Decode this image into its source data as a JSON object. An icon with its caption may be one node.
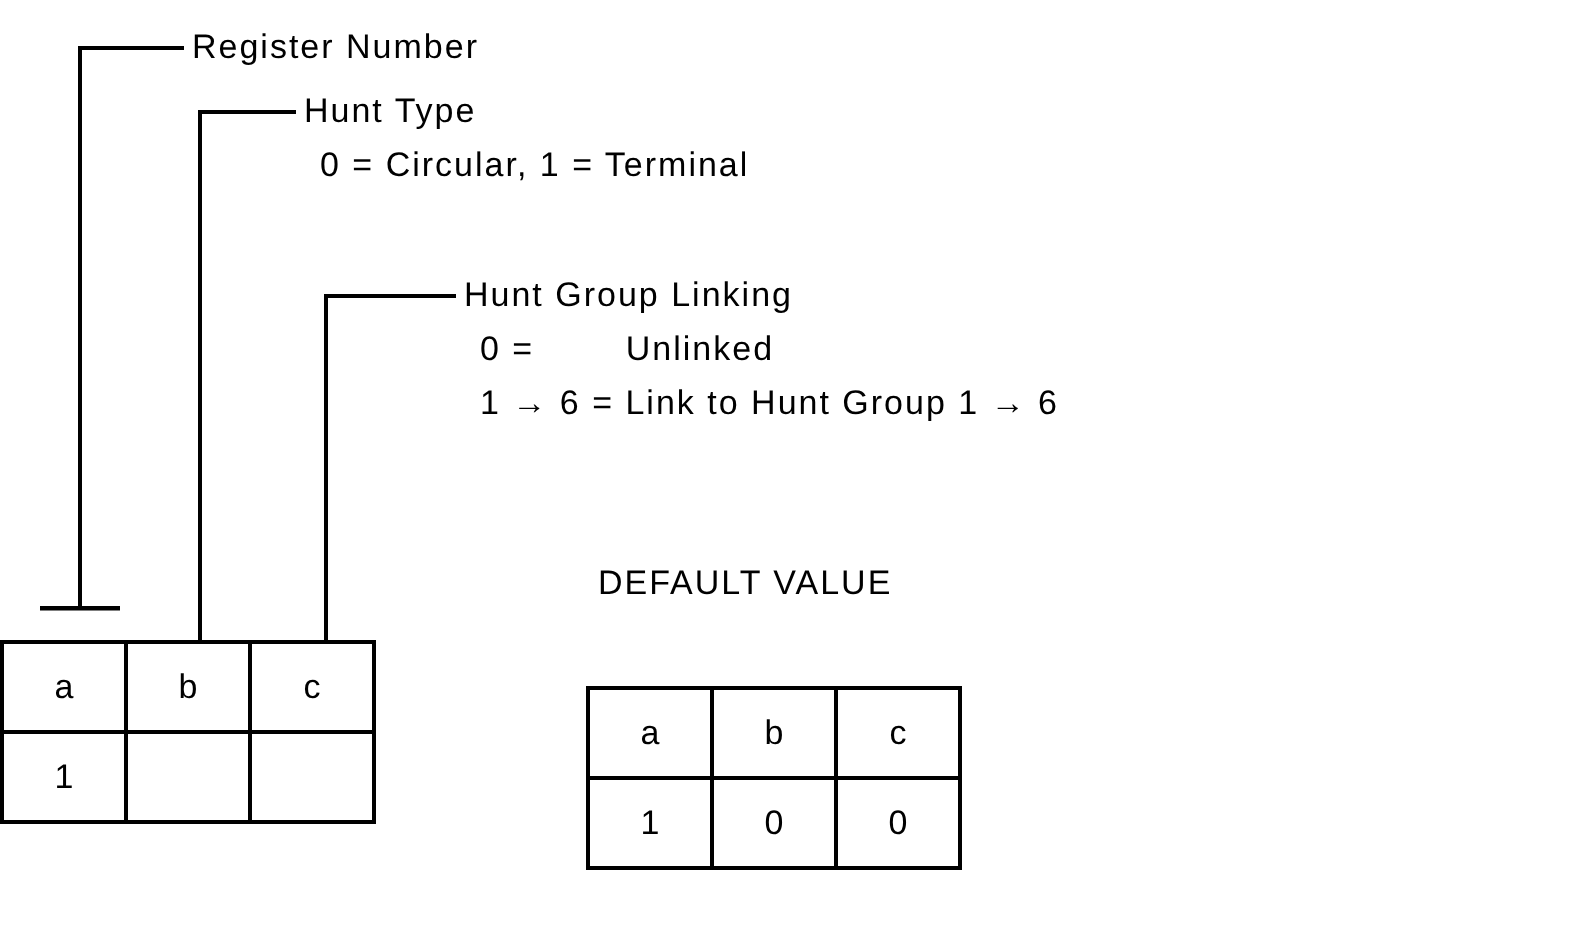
{
  "diagram": {
    "nodes": [
      {
        "text": [
          "Register Number"
        ]
      },
      {
        "text": [
          "Hunt Type",
          "0 = Circular, 1 = Terminal"
        ]
      },
      {
        "text": [
          "Hunt Group Linking",
          "0 =        Unlinked",
          "1 → 6 = Link to Hunt Group 1 → 6"
        ]
      },
      {
        "text": [
          "a"
        ]
      },
      {
        "text": [
          "b"
        ]
      },
      {
        "text": [
          "c"
        ]
      },
      {
        "text": [
          "1"
        ]
      },
      {
        "text": [],
        "shape": "box"
      },
      {
        "text": [],
        "shape": "box"
      },
      {
        "text": [
          "a"
        ]
      },
      {
        "text": [
          "b"
        ]
      },
      {
        "text": [
          "c"
        ]
      },
      {
        "text": [
          "1"
        ]
      },
      {
        "text": [
          "0"
        ]
      },
      {
        "text": [
          "0"
        ]
      }
    ],
    "edges": [
      {
        "from": 0,
        "to": 3,
        "arrow": "other"
      },
      {
        "from": 1,
        "to": 4,
        "arrow": "none"
      },
      {
        "from": 2,
        "to": 5,
        "arrow": "none"
      }
    ],
    "labels": [
      "DEFAULT VALUE"
    ]
  }
}
